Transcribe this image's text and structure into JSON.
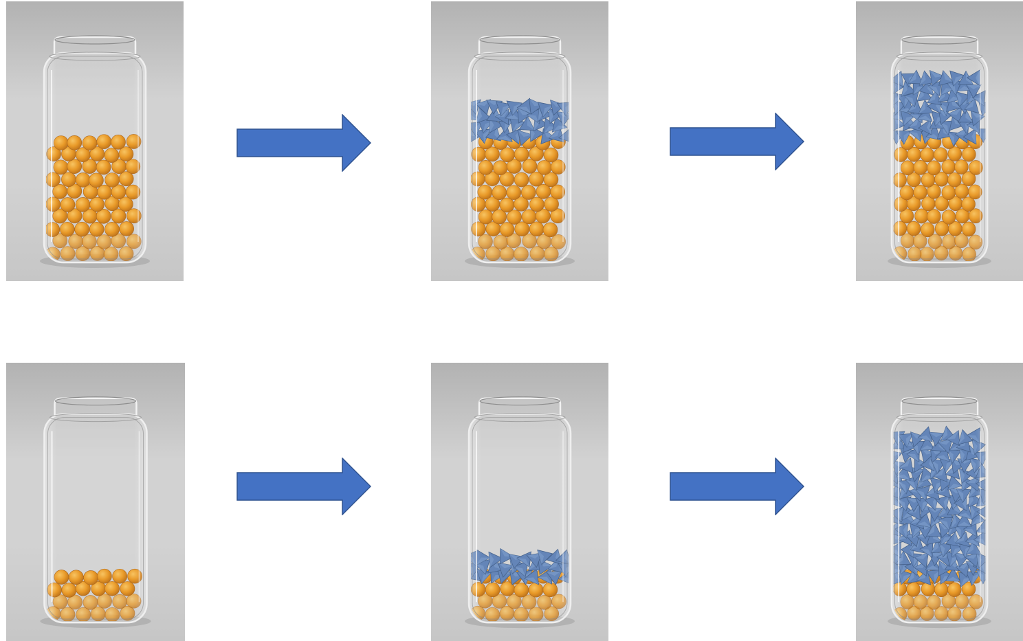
{
  "colors": {
    "arrow_fill": "#4472c4",
    "arrow_stroke": "#2f528f",
    "background_light": "#d2d2d2",
    "background_dark": "#b2b2b2",
    "sphere": "#e8951e",
    "sphere_highlight": "#f7c15a",
    "tetrahedron": "#5c7fb4"
  },
  "panels": [
    {
      "row": 1,
      "step": 1,
      "sphere_fill_level": 0.62,
      "tetra_fill_level": 0.0
    },
    {
      "row": 1,
      "step": 2,
      "sphere_fill_level": 0.62,
      "tetra_fill_level": 0.12
    },
    {
      "row": 1,
      "step": 3,
      "sphere_fill_level": 0.62,
      "tetra_fill_level": 0.28
    },
    {
      "row": 2,
      "step": 1,
      "sphere_fill_level": 0.22,
      "tetra_fill_level": 0.0
    },
    {
      "row": 2,
      "step": 2,
      "sphere_fill_level": 0.22,
      "tetra_fill_level": 0.1
    },
    {
      "row": 2,
      "step": 3,
      "sphere_fill_level": 0.22,
      "tetra_fill_level": 0.68
    }
  ],
  "arrows": [
    {
      "row": 1,
      "direction": "right"
    },
    {
      "row": 1,
      "direction": "right"
    },
    {
      "row": 2,
      "direction": "right"
    },
    {
      "row": 2,
      "direction": "right"
    }
  ]
}
